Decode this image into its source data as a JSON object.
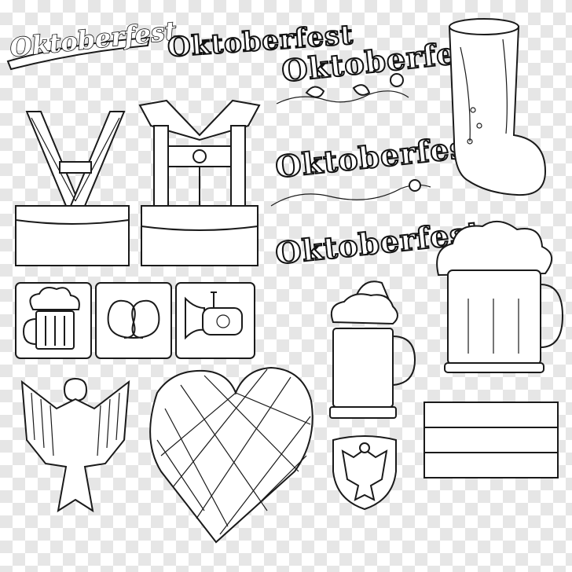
{
  "titles": {
    "script_title": "Oktoberfest",
    "gothic_title_1": "Oktoberfest",
    "gothic_title_2": "Oktoberfest",
    "gothic_title_3": "Oktoberfest",
    "gothic_title_4": "Oktoberfest"
  },
  "icons": [
    "lederhosen-icon",
    "lederhosen-shirt-icon",
    "beer-mug-icon",
    "pretzel-icon",
    "tuba-icon",
    "eagle-coat-of-arms-icon",
    "bavarian-heart-icon",
    "beer-boot-icon",
    "beer-stein-icon",
    "frothy-beer-mug-icon",
    "eagle-shield-icon",
    "german-flag-icon"
  ],
  "colors": {
    "line": "#1a1a1a",
    "fill": "#ffffff",
    "checker": "#e6e6e6"
  }
}
